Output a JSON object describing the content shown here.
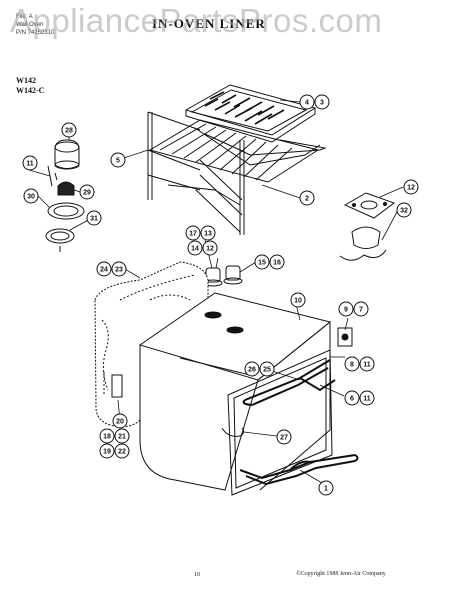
{
  "watermark": "AppliancePartsPros.com",
  "header": {
    "line1": "File: A",
    "line2": "Wall Oven",
    "line3": "P/N 74252310"
  },
  "title": "IN-OVEN LINER",
  "models": [
    "W142",
    "W142-C"
  ],
  "footer": {
    "page": "10",
    "copyright": "©Copyright 1988 Jenn-Air Company"
  },
  "callouts": [
    {
      "id": "c-4-3",
      "nums": [
        "4",
        "3"
      ]
    },
    {
      "id": "c-28",
      "nums": [
        "28"
      ]
    },
    {
      "id": "c-11a",
      "nums": [
        "11"
      ]
    },
    {
      "id": "c-5",
      "nums": [
        "5"
      ]
    },
    {
      "id": "c-30",
      "nums": [
        "30"
      ]
    },
    {
      "id": "c-29",
      "nums": [
        "29"
      ]
    },
    {
      "id": "c-31",
      "nums": [
        "31"
      ]
    },
    {
      "id": "c-2",
      "nums": [
        "2"
      ]
    },
    {
      "id": "c-12a",
      "nums": [
        "12"
      ]
    },
    {
      "id": "c-32",
      "nums": [
        "32"
      ]
    },
    {
      "id": "c-17-13",
      "nums": [
        "17",
        "13"
      ]
    },
    {
      "id": "c-14-12",
      "nums": [
        "14",
        "12"
      ]
    },
    {
      "id": "c-15-16",
      "nums": [
        "15",
        "16"
      ]
    },
    {
      "id": "c-24-23",
      "nums": [
        "24",
        "23"
      ]
    },
    {
      "id": "c-10",
      "nums": [
        "10"
      ]
    },
    {
      "id": "c-9-7",
      "nums": [
        "9",
        "7"
      ]
    },
    {
      "id": "c-8-11",
      "nums": [
        "8",
        "11"
      ]
    },
    {
      "id": "c-26-25",
      "nums": [
        "26",
        "25"
      ]
    },
    {
      "id": "c-6-11",
      "nums": [
        "6",
        "11"
      ]
    },
    {
      "id": "c-20",
      "nums": [
        "20"
      ]
    },
    {
      "id": "c-18-21",
      "nums": [
        "18",
        "21"
      ]
    },
    {
      "id": "c-19-22",
      "nums": [
        "19",
        "22"
      ]
    },
    {
      "id": "c-27",
      "nums": [
        "27"
      ]
    },
    {
      "id": "c-1",
      "nums": [
        "1"
      ]
    }
  ]
}
